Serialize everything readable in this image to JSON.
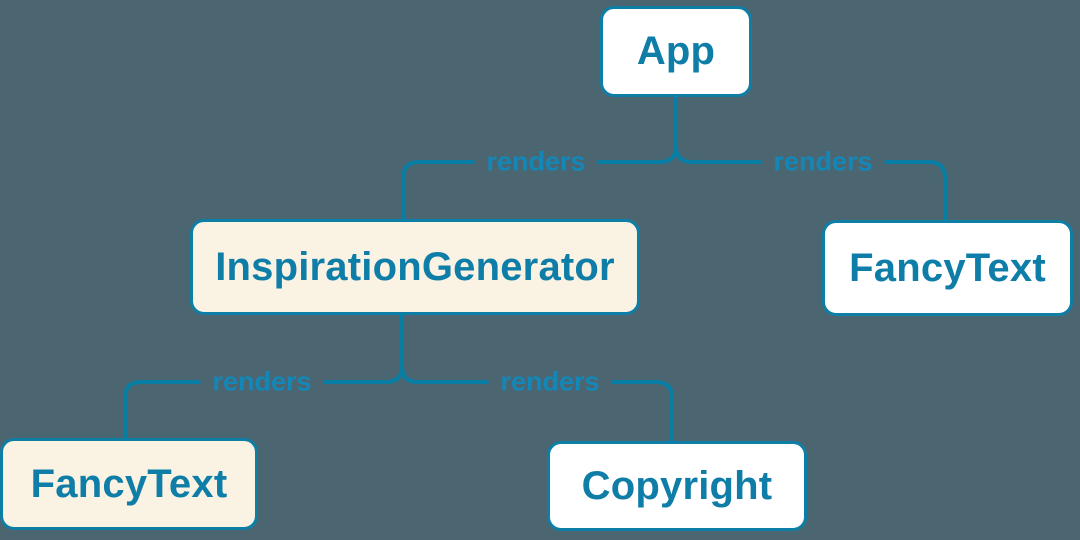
{
  "diagram": {
    "type": "component-render-tree",
    "nodes": [
      {
        "id": "app",
        "label": "App",
        "variant": "default"
      },
      {
        "id": "inspiration-generator",
        "label": "InspirationGenerator",
        "variant": "highlight"
      },
      {
        "id": "fancy-text-top",
        "label": "FancyText",
        "variant": "default"
      },
      {
        "id": "fancy-text-bottom",
        "label": "FancyText",
        "variant": "highlight"
      },
      {
        "id": "copyright",
        "label": "Copyright",
        "variant": "default"
      }
    ],
    "edges": [
      {
        "from": "App",
        "to": "InspirationGenerator",
        "label": "renders"
      },
      {
        "from": "App",
        "to": "FancyText",
        "label": "renders"
      },
      {
        "from": "InspirationGenerator",
        "to": "FancyText",
        "label": "renders"
      },
      {
        "from": "InspirationGenerator",
        "to": "Copyright",
        "label": "renders"
      }
    ],
    "colors": {
      "background": "#4C6671",
      "line": "#087EA4",
      "label": "#1287B8",
      "node_border": "#0D7FA6",
      "node_text": "#0E7DA7",
      "node_fill_default": "#FFFFFF",
      "node_fill_highlight": "#FAF2E2"
    }
  }
}
